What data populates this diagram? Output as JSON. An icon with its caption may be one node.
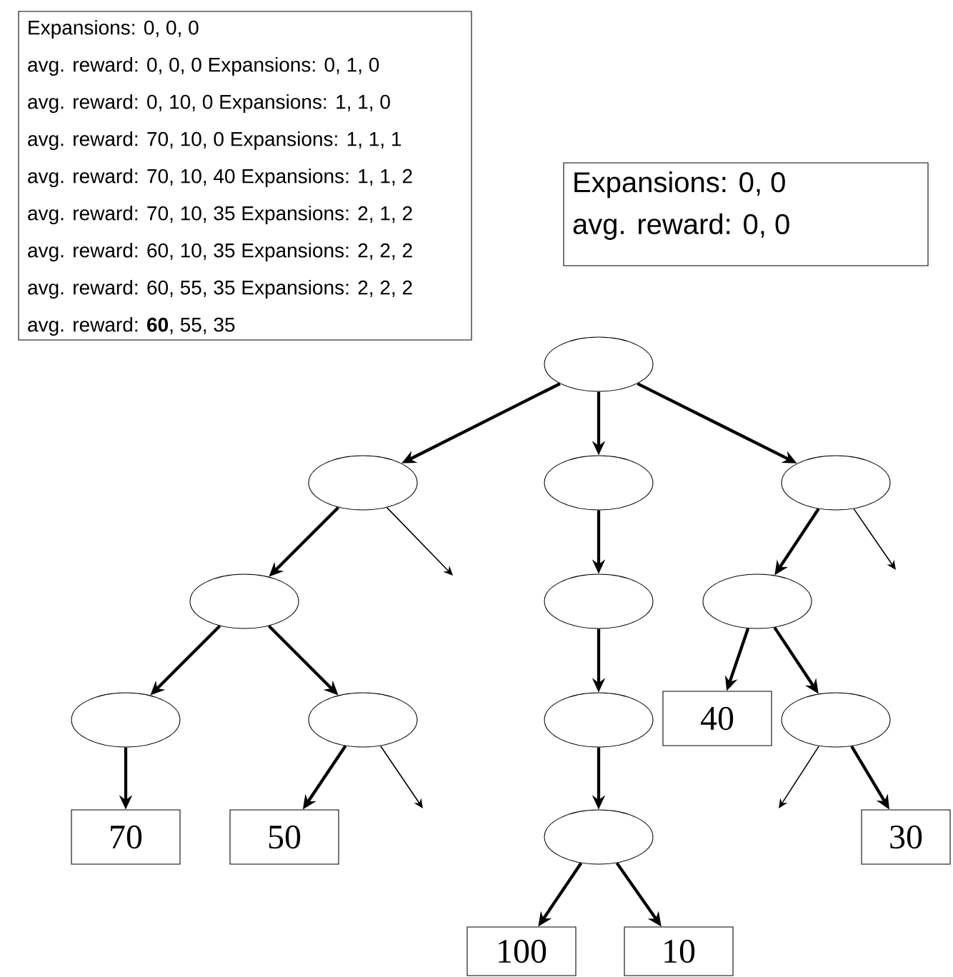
{
  "diagram": {
    "nodes": [
      {
        "text": [
          "Expansions: 0, 0, 0",
          "avg. reward: 0, 0, 0",
          "Expansions: 0, 1, 0",
          "avg. reward: 0, 10, 0",
          "Expansions: 1, 1, 0",
          "avg. reward: 70, 10, 0",
          "Expansions: 1, 1, 1",
          "avg. reward: 70, 10, 40",
          "Expansions: 1, 1, 2",
          "avg. reward: 70, 10, 35",
          "Expansions: 2, 1, 2",
          "avg. reward: 60, 10, 35",
          "Expansions: 2, 2, 2",
          "avg. reward: 60, 55, 35",
          "Expansions: 2, 2, 2",
          "avg. reward: **60**, 55, 35"
        ]
      },
      {
        "text": [
          "Expansions: 0, 0",
          "avg. reward: 0, 0"
        ]
      },
      {
        "text": [],
        "shape": "ellipse"
      },
      {
        "text": [],
        "shape": "ellipse"
      },
      {
        "text": [],
        "shape": "ellipse"
      },
      {
        "text": [],
        "shape": "ellipse"
      },
      {
        "text": [],
        "shape": "ellipse"
      },
      {
        "text": [],
        "shape": "ellipse"
      },
      {
        "text": [],
        "shape": "ellipse"
      },
      {
        "text": [],
        "shape": "ellipse"
      },
      {
        "text": [],
        "shape": "ellipse"
      },
      {
        "text": [],
        "shape": "ellipse"
      },
      {
        "text": [
          "40"
        ]
      },
      {
        "text": [],
        "shape": "ellipse"
      },
      {
        "text": [
          "70"
        ]
      },
      {
        "text": [
          "50"
        ]
      },
      {
        "text": [],
        "shape": "ellipse"
      },
      {
        "text": [
          "30"
        ]
      },
      {
        "text": [
          "100"
        ]
      },
      {
        "text": [
          "10"
        ]
      }
    ],
    "edges": [
      {
        "from": 2,
        "to": 3,
        "arrow": "to"
      },
      {
        "from": 2,
        "to": 4,
        "arrow": "to"
      },
      {
        "from": 2,
        "to": 5,
        "arrow": "to"
      },
      {
        "from": 3,
        "to": 6,
        "arrow": "to"
      },
      {
        "from": 3,
        "to": null,
        "arrow": "to"
      },
      {
        "from": 4,
        "to": 7,
        "arrow": "to"
      },
      {
        "from": 5,
        "to": 8,
        "arrow": "to"
      },
      {
        "from": 5,
        "to": null,
        "arrow": "to"
      },
      {
        "from": 6,
        "to": 9,
        "arrow": "to"
      },
      {
        "from": 6,
        "to": 10,
        "arrow": "to"
      },
      {
        "from": 7,
        "to": 11,
        "arrow": "to"
      },
      {
        "from": 8,
        "to": 12,
        "arrow": "to"
      },
      {
        "from": 8,
        "to": 13,
        "arrow": "to"
      },
      {
        "from": 9,
        "to": 14,
        "arrow": "to"
      },
      {
        "from": 10,
        "to": 15,
        "arrow": "to"
      },
      {
        "from": 10,
        "to": null,
        "arrow": "to"
      },
      {
        "from": 11,
        "to": 16,
        "arrow": "to"
      },
      {
        "from": 13,
        "to": null,
        "arrow": "to"
      },
      {
        "from": 13,
        "to": 17,
        "arrow": "to"
      },
      {
        "from": 16,
        "to": 18,
        "arrow": "to"
      },
      {
        "from": 16,
        "to": 19,
        "arrow": "to"
      }
    ]
  }
}
